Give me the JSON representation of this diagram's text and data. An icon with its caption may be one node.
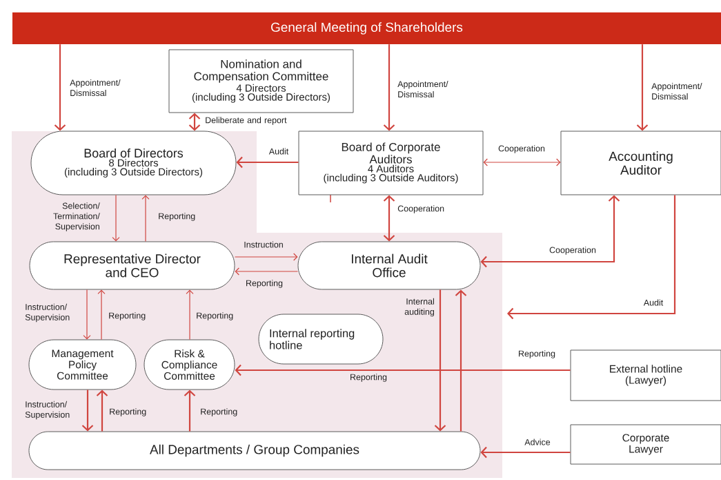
{
  "diagram": {
    "nodes": [
      {
        "text": [
          "General Meeting of Shareholders"
        ]
      },
      {
        "text": [
          "Nomination and Compensation Committee",
          "4 Directors",
          "(including 3 Outside Directors)"
        ]
      },
      {
        "text": [
          "Board of Directors",
          "8 Directors",
          "(including 3 Outside Directors)"
        ]
      },
      {
        "text": [
          "Board of Corporate Auditors",
          "4 Auditors",
          "(including 3 Outside Auditors)"
        ]
      },
      {
        "text": [
          "Accounting Auditor"
        ]
      },
      {
        "text": [
          "Representative Director and CEO"
        ]
      },
      {
        "text": [
          "Internal Audit Office"
        ]
      },
      {
        "text": [
          "Internal reporting hotline"
        ]
      },
      {
        "text": [
          "Management Policy Committee"
        ]
      },
      {
        "text": [
          "Risk & Compliance Committee"
        ]
      },
      {
        "text": [
          "External hotline (Lawyer)"
        ]
      },
      {
        "text": [
          "All Departments / Group Companies"
        ]
      },
      {
        "text": [
          "Corporate Lawyer"
        ]
      }
    ],
    "edges": [
      {
        "from": 0,
        "to": 2,
        "arrow": "to",
        "label": "Appointment/ Dismissal"
      },
      {
        "from": 0,
        "to": 3,
        "arrow": "to",
        "label": "Appointment/ Dismissal"
      },
      {
        "from": 0,
        "to": 4,
        "arrow": "to",
        "label": "Appointment/ Dismissal"
      },
      {
        "from": 1,
        "to": 2,
        "arrow": "both",
        "label": "Deliberate and report"
      },
      {
        "from": 3,
        "to": 2,
        "arrow": "to",
        "label": "Audit"
      },
      {
        "from": 3,
        "to": 4,
        "arrow": "both",
        "label": "Cooperation"
      },
      {
        "from": 2,
        "to": 5,
        "arrow": "to",
        "label": "Selection/ Termination/ Supervision"
      },
      {
        "from": 5,
        "to": 2,
        "arrow": "to",
        "label": "Reporting"
      },
      {
        "from": 3,
        "to": 6,
        "arrow": "both",
        "label": "Cooperation"
      },
      {
        "from": 5,
        "to": 6,
        "arrow": "to",
        "label": "Instruction"
      },
      {
        "from": 6,
        "to": 5,
        "arrow": "to",
        "label": "Reporting"
      },
      {
        "from": 6,
        "to": 4,
        "arrow": "both",
        "label": "Cooperation"
      },
      {
        "from": 4,
        "to": null,
        "arrow": "to",
        "label": "Audit"
      },
      {
        "from": 5,
        "to": 8,
        "arrow": "to",
        "label": "Instruction/ Supervision"
      },
      {
        "from": 8,
        "to": 5,
        "arrow": "to",
        "label": "Reporting"
      },
      {
        "from": 9,
        "to": 5,
        "arrow": "to",
        "label": "Reporting"
      },
      {
        "from": 10,
        "to": 9,
        "arrow": "to",
        "label": "Reporting"
      },
      {
        "from": 6,
        "to": 11,
        "arrow": "to",
        "label": "Internal auditing"
      },
      {
        "from": 11,
        "to": 6,
        "arrow": "to"
      },
      {
        "from": 8,
        "to": 11,
        "arrow": "to",
        "label": "Instruction/ Supervision"
      },
      {
        "from": 11,
        "to": 8,
        "arrow": "to",
        "label": "Reporting"
      },
      {
        "from": 11,
        "to": 9,
        "arrow": "to",
        "label": "Reporting"
      },
      {
        "from": 12,
        "to": 11,
        "arrow": "to",
        "label": "Advice"
      }
    ],
    "labels": [
      "Reporting"
    ]
  }
}
